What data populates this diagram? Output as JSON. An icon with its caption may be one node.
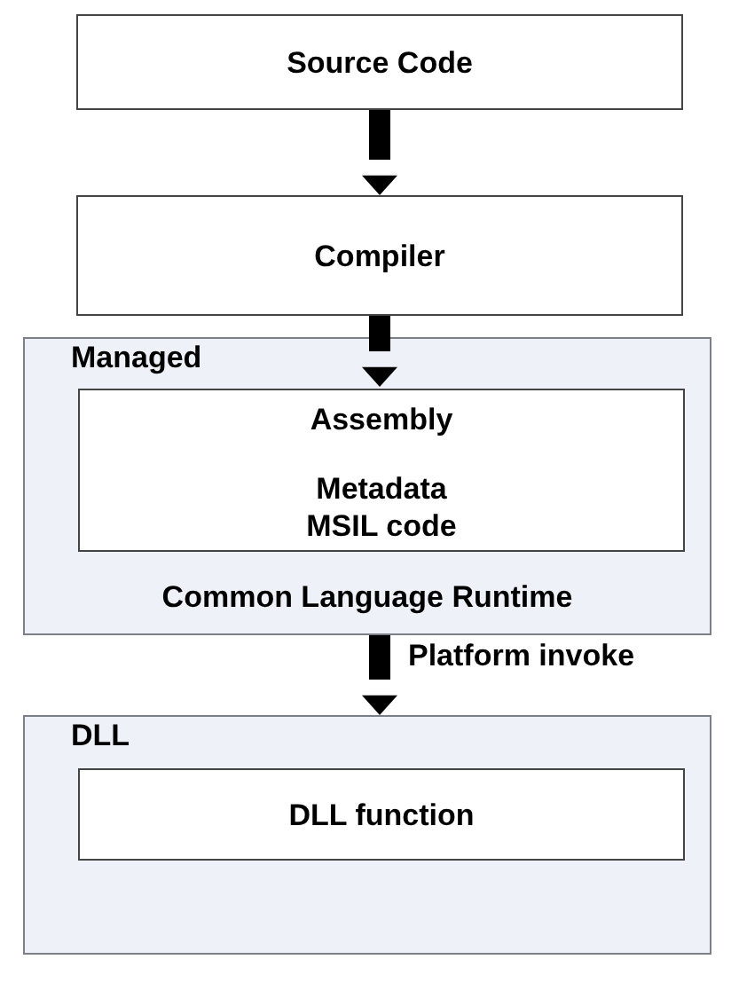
{
  "diagram": {
    "nodes": [
      {
        "text": [
          "Source Code"
        ]
      },
      {
        "text": [
          "Compiler"
        ]
      },
      {
        "text": [
          "Managed",
          "Common Language Runtime"
        ]
      },
      {
        "text": [
          "Assembly",
          "Metadata MSIL code"
        ],
        "in": 2
      },
      {
        "text": [
          "DLL"
        ]
      },
      {
        "text": [
          "DLL function"
        ],
        "in": 4
      }
    ],
    "edges": [
      {
        "from": 0,
        "to": 1,
        "arrow": "to"
      },
      {
        "from": 1,
        "to": 3,
        "arrow": "to"
      },
      {
        "from": 2,
        "to": 4,
        "arrow": "to",
        "label": "Platform invoke"
      }
    ]
  }
}
